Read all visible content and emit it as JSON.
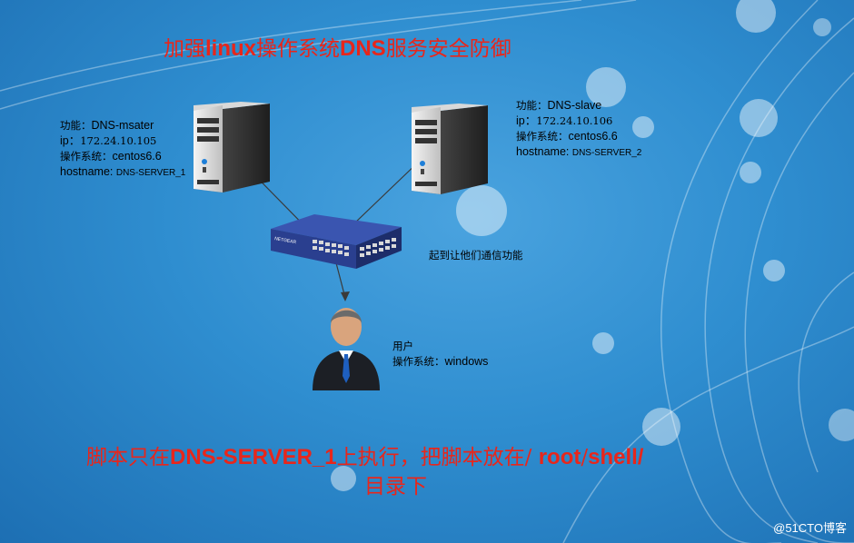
{
  "title": {
    "part1": "加强",
    "part2": "linux",
    "part3": "操作系统",
    "part4": "DNS",
    "part5": "服务安全防御"
  },
  "nodes": {
    "master": {
      "function_label": "功能：",
      "function_value": "DNS-msater",
      "ip_label": "ip：",
      "ip_value": "172.24.10.105",
      "os_label": "操作系统：",
      "os_value": "centos6.6",
      "hostname_label": "hostname:",
      "hostname_value": "DNS-SERVER_1"
    },
    "slave": {
      "function_label": "功能：",
      "function_value": "DNS-slave",
      "ip_label": "ip：",
      "ip_value": "172.24.10.106",
      "os_label": "操作系统：",
      "os_value": "centos6.6",
      "hostname_label": "hostname:",
      "hostname_value": "DNS-SERVER_2"
    },
    "switch": {
      "caption": "起到让他们通信功能",
      "brand": "NETGEAR"
    },
    "user": {
      "role": "用户",
      "os_label": "操作系统：",
      "os_value": "windows"
    }
  },
  "note": {
    "part1": "脚本只在",
    "part2": "DNS-SERVER_1",
    "part3": "上执行，把脚本放在/",
    "part4": "root",
    "part5": "/",
    "part6": "shell/",
    "part7": "目录下"
  },
  "watermark": "@51CTO博客",
  "colors": {
    "background": "#2f8ed0",
    "title_red": "#e8261b",
    "switch_blue": "#2a3f8f"
  }
}
